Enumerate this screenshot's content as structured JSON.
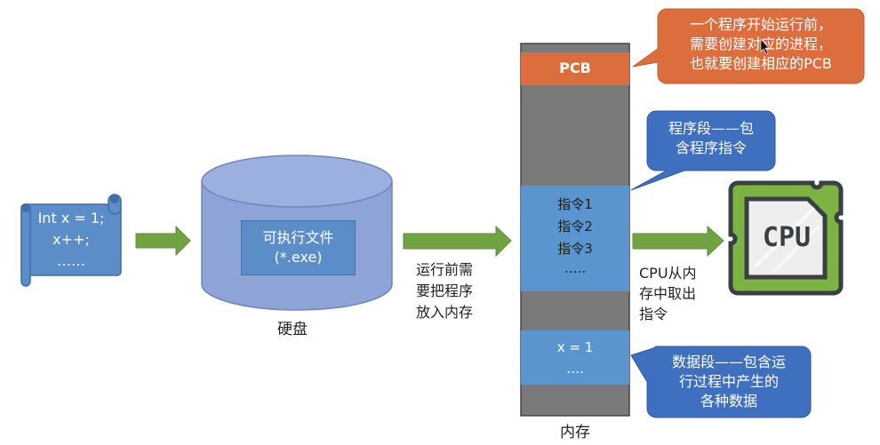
{
  "colors": {
    "scroll_fill": "#5b8ec9",
    "disk_fill": "#8ea3d6",
    "arrow_green": "#70a341",
    "memory_gray": "#7a7a7a",
    "pcb_orange": "#dc6d3c",
    "segment_blue": "#5b95d0",
    "callout_orange": "#dc6d3c",
    "callout_blue": "#3f6fbf",
    "cpu_green": "#7cb342",
    "cpu_dark": "#3a3f44"
  },
  "source_code": {
    "lines": [
      "Int x = 1;",
      "x++;",
      "……"
    ]
  },
  "disk": {
    "file_label": "可执行文件",
    "file_ext": "(*.exe)",
    "caption": "硬盘"
  },
  "load_arrow": {
    "caption_lines": [
      "运行前需",
      "要把程序",
      "放入内存"
    ]
  },
  "memory": {
    "caption": "内存",
    "pcb_label": "PCB",
    "instructions": [
      "指令1",
      "指令2",
      "指令3",
      "….."
    ],
    "data": [
      "x = 1",
      "…."
    ]
  },
  "fetch_arrow": {
    "caption_lines": [
      "CPU从内",
      "存中取出",
      "指令"
    ]
  },
  "cpu": {
    "label": "CPU"
  },
  "callouts": {
    "pcb": [
      "一个程序开始运行前，",
      "需要创建对应的进程，",
      "也就要创建相应的PCB"
    ],
    "program_segment": [
      "程序段——包",
      "含程序指令"
    ],
    "data_segment": [
      "数据段——包含运",
      "行过程中产生的",
      "各种数据"
    ]
  }
}
